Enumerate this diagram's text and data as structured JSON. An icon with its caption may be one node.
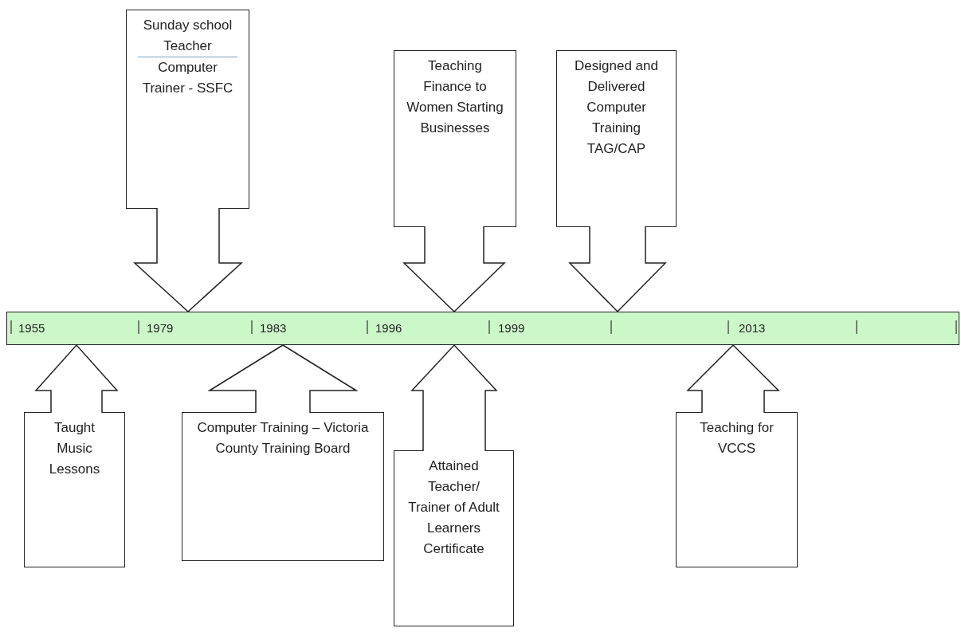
{
  "diagram": {
    "nodes": [
      {
        "text": [
          "Sunday school Teacher",
          "Computer Trainer - SSFC"
        ]
      },
      {
        "text": [
          "Teaching Finance to Women Starting Businesses"
        ]
      },
      {
        "text": [
          "Designed and Delivered Computer Training TAG/CAP"
        ]
      },
      {
        "text": [],
        "shape": "bar"
      },
      {
        "text": [
          "Taught Music Lessons"
        ]
      },
      {
        "text": [
          "Computer Training – Victoria County Training Board"
        ]
      },
      {
        "text": [
          "Attained Teacher/ Trainer of Adult Learners Certificate"
        ]
      },
      {
        "text": [
          "Teaching for VCCS"
        ]
      }
    ],
    "edges": [
      {
        "from": 0,
        "to": 3,
        "arrow": "to"
      },
      {
        "from": 1,
        "to": 3,
        "arrow": "to"
      },
      {
        "from": 2,
        "to": 3,
        "arrow": "to"
      },
      {
        "from": 4,
        "to": 3,
        "arrow": "to"
      },
      {
        "from": 5,
        "to": 3,
        "arrow": "to"
      },
      {
        "from": 6,
        "to": 3,
        "arrow": "to"
      },
      {
        "from": 7,
        "to": 3,
        "arrow": "to"
      }
    ],
    "labels": [
      "1955",
      "1979",
      "1983",
      "1996",
      "1999",
      "2013"
    ]
  }
}
